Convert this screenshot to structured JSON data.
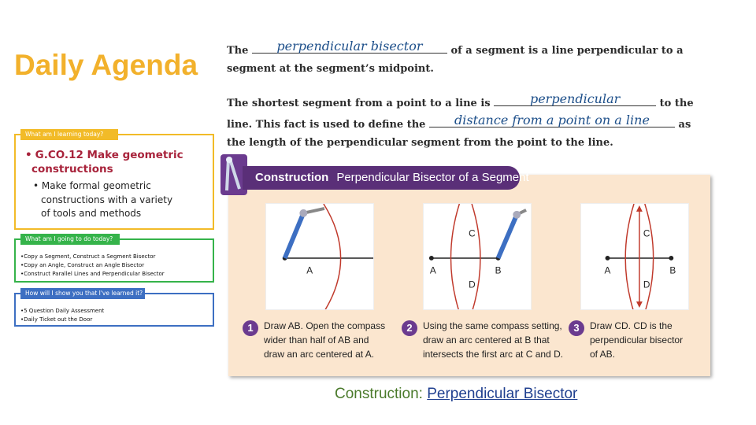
{
  "agenda": {
    "title": "Daily Agenda",
    "learning": {
      "tab": "What am I learning today?",
      "standard_bullet": "•",
      "standard_line1": "G.CO.12 Make geometric",
      "standard_line2": "constructions",
      "sub_bullet": "•",
      "sub_line1": "Make formal geometric",
      "sub_line2": "constructions with a variety",
      "sub_line3": "of tools and methods"
    },
    "doing": {
      "tab": "What am I going to do today?",
      "items": [
        "•Copy a Segment, Construct a Segment Bisector",
        "•Copy an Angle, Construct an Angle Bisector",
        "•Construct Parallel Lines and Perpendicular Bisector"
      ]
    },
    "showing": {
      "tab": "How will I show you that I've learned it?",
      "items": [
        "•5 Question Daily Assessment",
        "•Daily Ticket out the Door"
      ]
    }
  },
  "definitions": {
    "p1_start": "The",
    "p1_fill": "perpendicular bisector",
    "p1_rest": "of a segment is a line perpendicular to a",
    "p1_line2": "segment at the segment’s midpoint.",
    "p2_start": "The shortest segment from a point to a line is",
    "p2_fill": "perpendicular",
    "p2_end": "to the",
    "p3_start": "line. This fact is used to define the",
    "p3_fill": "distance from a point on a line",
    "p3_end": "as",
    "p4": "the length of the perpendicular segment from the point to the line."
  },
  "construction": {
    "label": "Construction",
    "title": "Perpendicular Bisector of a Segment",
    "fig_labels": {
      "A": "A",
      "B": "B",
      "C": "C",
      "D": "D"
    },
    "steps": [
      {
        "num": "1",
        "lines": [
          "Draw AB. Open the compass",
          "wider than half of AB and",
          "draw an arc centered at A."
        ]
      },
      {
        "num": "2",
        "lines": [
          "Using the same compass setting,",
          "draw an arc centered at B that",
          "intersects the first arc at C and D."
        ]
      },
      {
        "num": "3",
        "lines": [
          "Draw CD. CD is the",
          "perpendicular bisector",
          "of AB."
        ]
      }
    ]
  },
  "caption": {
    "prefix": "Construction:",
    "link": "Perpendicular Bisector"
  },
  "colors": {
    "agenda_title": "#f2b12c",
    "learning_border": "#f2bb28",
    "doing_border": "#35b34a",
    "showing_border": "#3d6fc2",
    "banner": "#5a2f78",
    "fill_text": "#1d4f8a",
    "caption_green": "#4a7a2b",
    "standard_text": "#a8233b"
  }
}
